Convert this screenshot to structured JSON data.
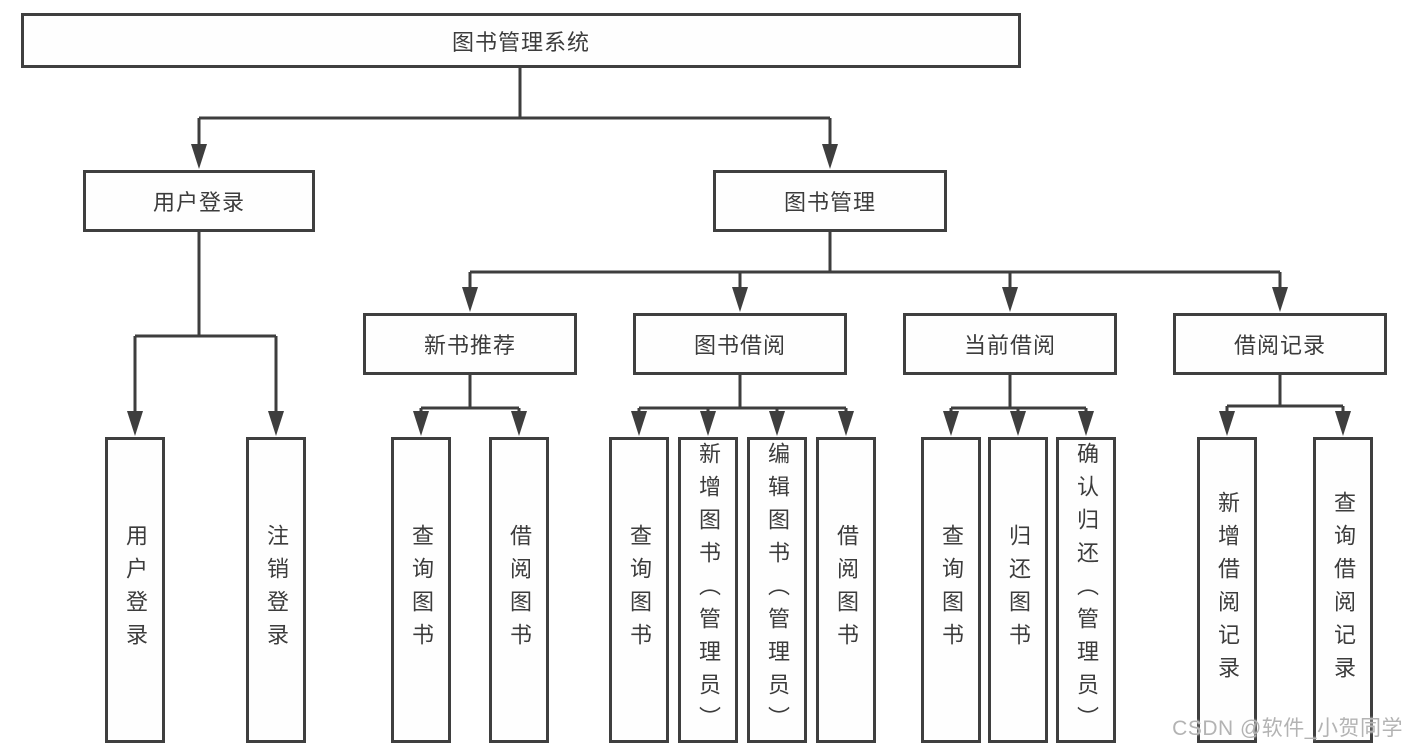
{
  "diagram": {
    "root": {
      "label": "图书管理系统"
    },
    "branches": [
      {
        "label": "用户登录",
        "children": [
          {
            "label": "用户登录"
          },
          {
            "label": "注销登录"
          }
        ]
      },
      {
        "label": "图书管理",
        "children": [
          {
            "label": "新书推荐",
            "children": [
              {
                "label": "查询图书"
              },
              {
                "label": "借阅图书"
              }
            ]
          },
          {
            "label": "图书借阅",
            "children": [
              {
                "label": "查询图书"
              },
              {
                "label": "新增图书（管理员）"
              },
              {
                "label": "编辑图书（管理员）"
              },
              {
                "label": "借阅图书"
              }
            ]
          },
          {
            "label": "当前借阅",
            "children": [
              {
                "label": "查询图书"
              },
              {
                "label": "归还图书"
              },
              {
                "label": "确认归还（管理员）"
              }
            ]
          },
          {
            "label": "借阅记录",
            "children": [
              {
                "label": "新增借阅记录"
              },
              {
                "label": "查询借阅记录"
              }
            ]
          }
        ]
      }
    ]
  },
  "watermark": {
    "text": "CSDN @软件_小贺同学"
  },
  "colors": {
    "line": "#3e3e3e",
    "box_border": "#3f3f3f",
    "text": "#3c3c3c",
    "watermark_text": "#b3b3b3",
    "background": "#ffffff"
  }
}
